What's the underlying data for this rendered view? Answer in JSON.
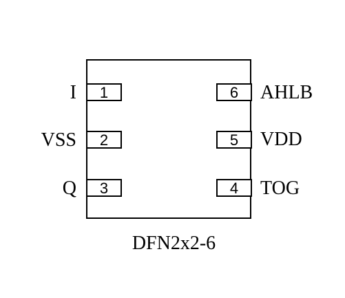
{
  "package": {
    "label": "DFN2x2-6"
  },
  "pins": {
    "left": [
      {
        "number": "1",
        "name": "I"
      },
      {
        "number": "2",
        "name": "VSS"
      },
      {
        "number": "3",
        "name": "Q"
      }
    ],
    "right": [
      {
        "number": "6",
        "name": "AHLB"
      },
      {
        "number": "5",
        "name": "VDD"
      },
      {
        "number": "4",
        "name": "TOG"
      }
    ]
  },
  "colors": {
    "line": "#000000",
    "background": "#ffffff"
  }
}
